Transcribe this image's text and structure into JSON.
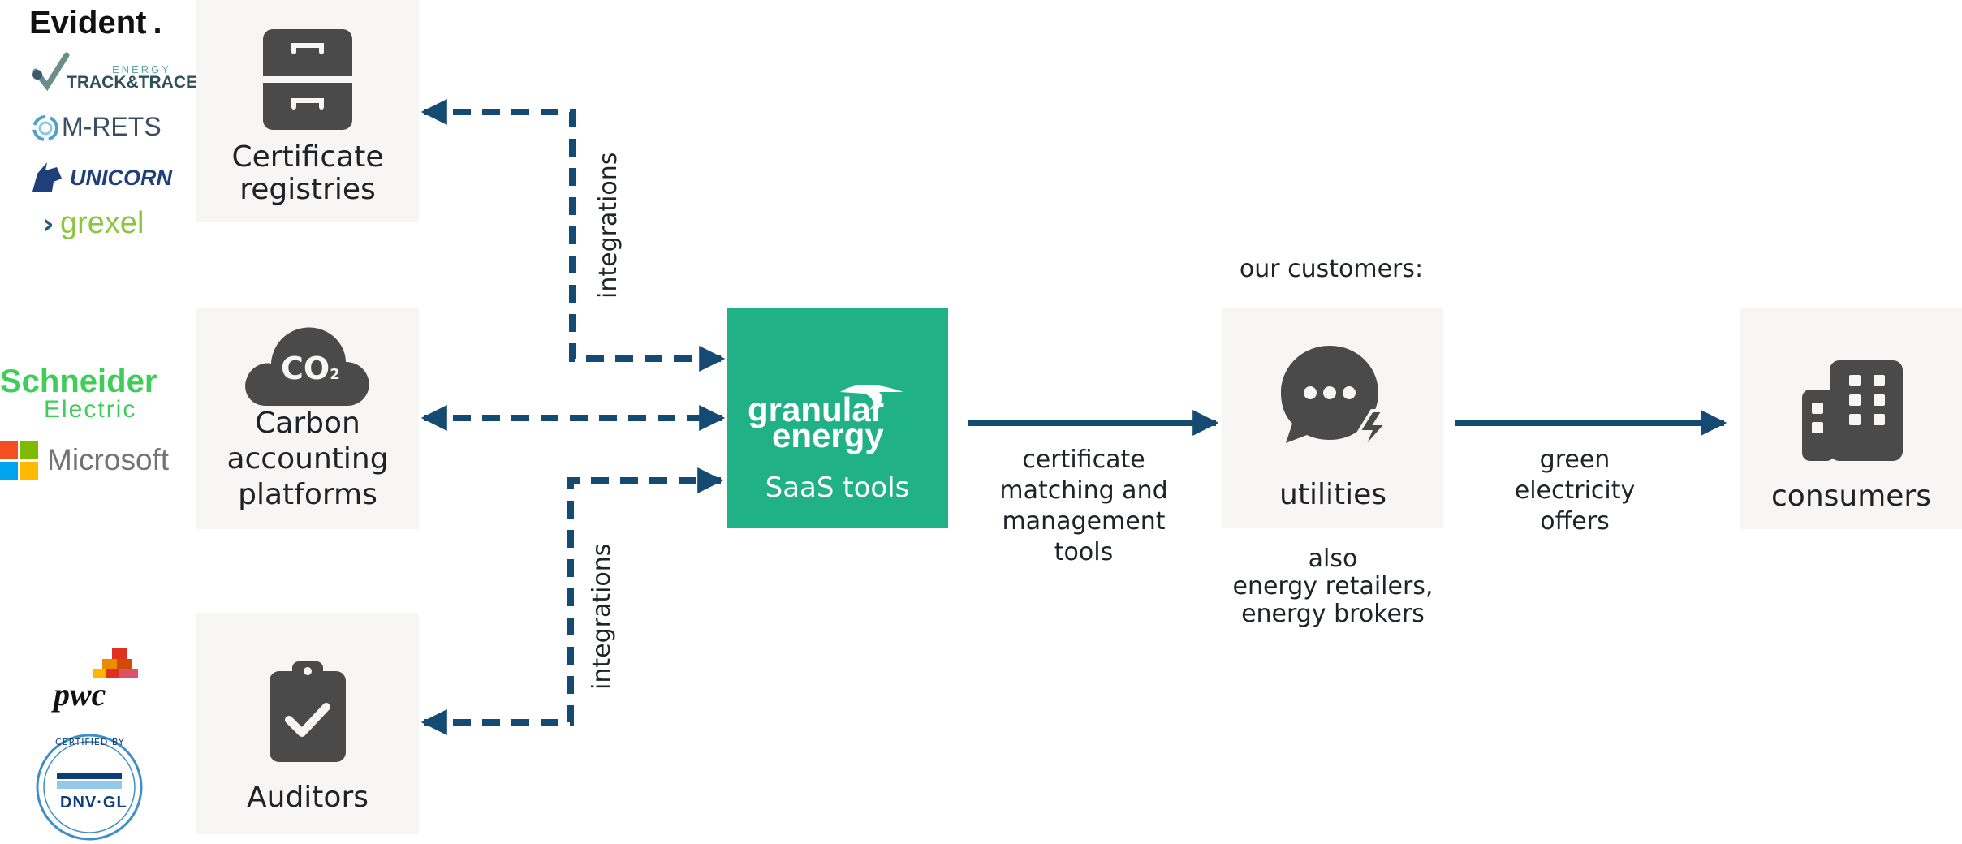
{
  "panels": {
    "registries": {
      "label_line1": "Certificate",
      "label_line2": "registries",
      "icon": "file-cabinet-icon"
    },
    "carbon": {
      "label_line1": "Carbon",
      "label_line2": "accounting",
      "label_line3": "platforms",
      "icon": "co2-cloud-icon",
      "icon_text": "CO",
      "icon_sub": "2"
    },
    "auditors": {
      "label": "Auditors",
      "icon": "clipboard-check-icon"
    },
    "utilities": {
      "label": "utilities",
      "icon": "chat-lightning-icon"
    },
    "consumers": {
      "label": "consumers",
      "icon": "building-icon"
    }
  },
  "center": {
    "brand_line1": "granular",
    "brand_line2": "energy",
    "label": "SaaS tools",
    "color": "#21b186"
  },
  "arrows": {
    "top_label": "integrations",
    "bottom_label": "integrations",
    "tools_line1": "certificate",
    "tools_line2": "matching and",
    "tools_line3": "management",
    "tools_line4": "tools",
    "offers_line1": "green",
    "offers_line2": "electricity",
    "offers_line3": "offers",
    "color": "#154a72"
  },
  "customers": {
    "heading": "our customers:",
    "note_line1": "also",
    "note_line2": "energy retailers,",
    "note_line3": "energy brokers"
  },
  "logos": {
    "evident": "Evident",
    "ett_small": "ENERGY",
    "ett_main": "TRACK&TRACE",
    "mrets": "M-RETS",
    "unicorn": "UNICORN",
    "grexel": "grexel",
    "schneider_line1": "Schneider",
    "schneider_line2": "Electric",
    "microsoft": "Microsoft",
    "pwc": "pwc",
    "dnv_top": "CERTIFIED BY",
    "dnv_main": "DNV·GL"
  },
  "colors": {
    "panel_bg": "#f7f6f4",
    "icon_gray": "#4a4a4a",
    "arrow": "#154a72",
    "brand": "#21b186"
  }
}
